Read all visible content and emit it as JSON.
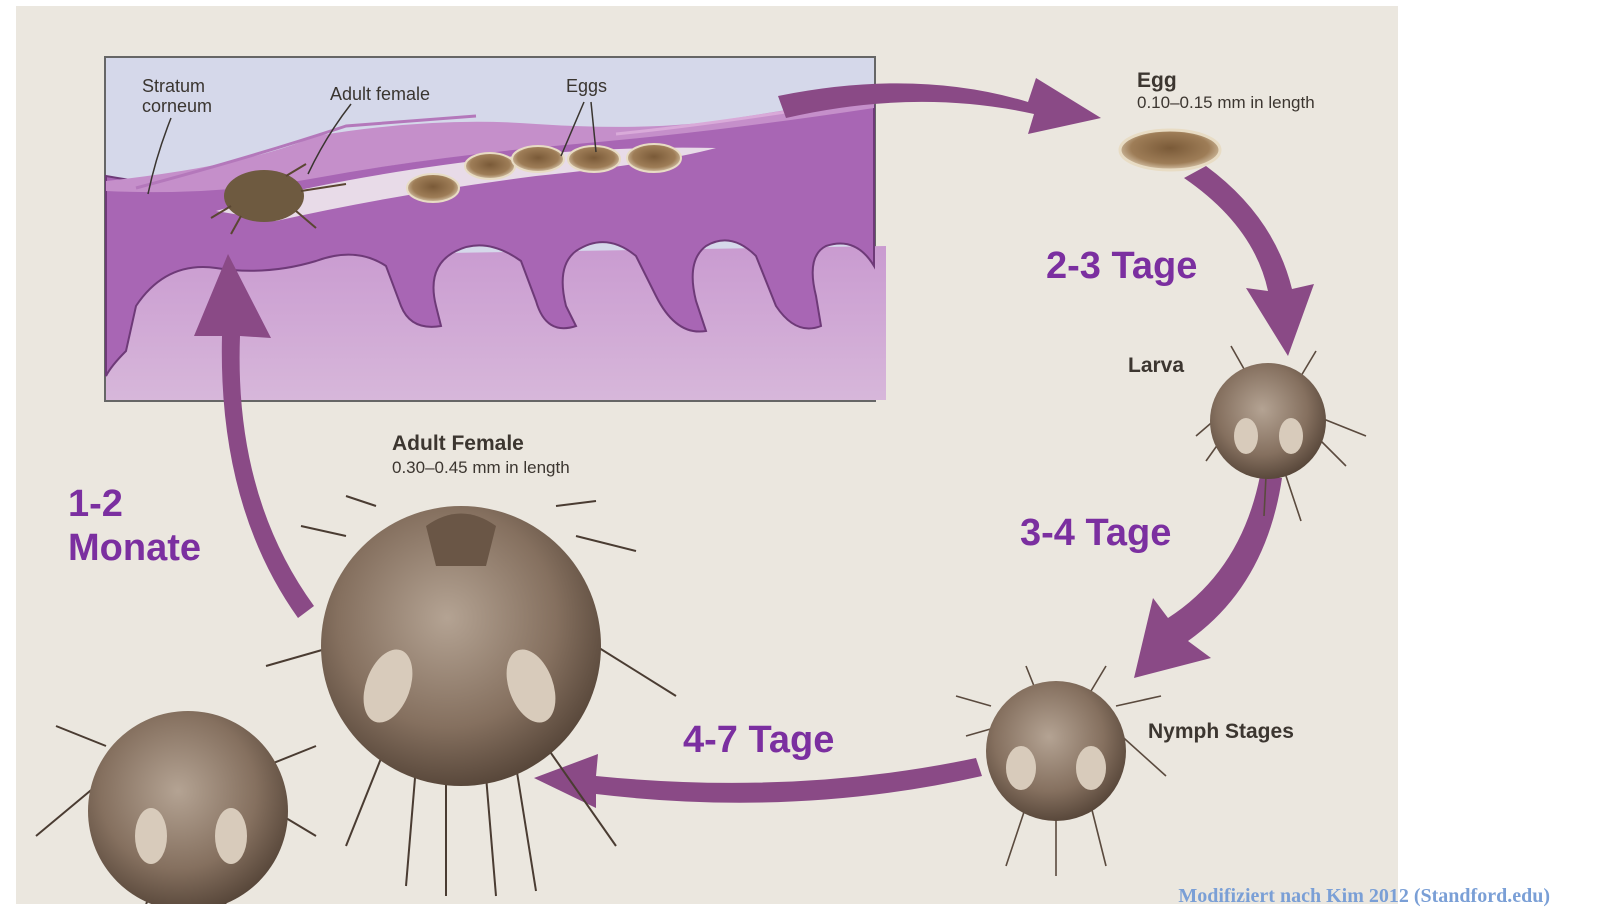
{
  "skin_labels": {
    "stratum_corneum": "Stratum\ncorneum",
    "adult_female": "Adult female",
    "eggs": "Eggs"
  },
  "stages": {
    "egg": {
      "title": "Egg",
      "size": "0.10–0.15 mm in length"
    },
    "larva": {
      "title": "Larva"
    },
    "nymph": {
      "title": "Nymph Stages"
    },
    "adult": {
      "title": "Adult Female",
      "size": "0.30–0.45 mm in length"
    }
  },
  "durations": {
    "egg_to_larva": "2-3 Tage",
    "larva_to_nymph": "3-4 Tage",
    "nymph_to_adult": "4-7 Tage",
    "adult_to_skin": "1-2\nMonate"
  },
  "credit": "Modifiziert nach Kim 2012 (Standford.edu)",
  "colors": {
    "arrow": "#8a4a86",
    "duration_text": "#7b2fa0",
    "skin": "#b77cc0",
    "background": "#ebe7df",
    "credit": "#7a9fd6"
  }
}
